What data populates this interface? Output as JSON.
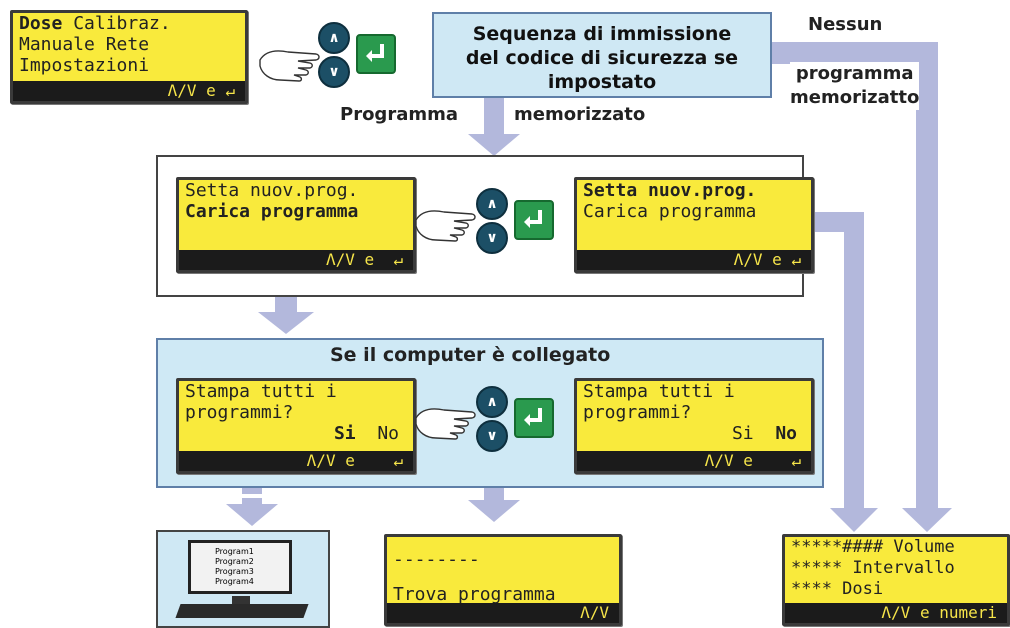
{
  "main_menu": {
    "line1_bold": "Dose",
    "line1_rest": " Calibraz.",
    "line2": "Manuale Rete",
    "line3": "Impostazioni",
    "footer": "Λ/V e ↵"
  },
  "security_box": {
    "text_lines": [
      "Sequenza di immissione",
      "del codice di sicurezza se",
      "impostato"
    ]
  },
  "labels": {
    "nessun": "Nessun",
    "programma_memorizatto": "programma\nmemorizatto",
    "programma": "Programma",
    "memorizzato": "memorizzato",
    "computer": "Se il computer è collegato"
  },
  "screen_carica": {
    "line1": "Setta nuov.prog.",
    "line2_bold": "Carica programma",
    "footer": "Λ/V e  ↵"
  },
  "screen_setta": {
    "line1_bold": "Setta nuov.prog.",
    "line2": "Carica programma",
    "footer": "Λ/V e ↵"
  },
  "screen_stampa_si": {
    "line1": "Stampa tutti i",
    "line2": "programmi?",
    "si": "Si",
    "no": "No",
    "footer": "Λ/V e    ↵"
  },
  "screen_stampa_no": {
    "line1": "Stampa tutti i",
    "line2": "programmi?",
    "si": "Si",
    "no": "No",
    "footer": "Λ/V e    ↵"
  },
  "monitor": {
    "items": [
      "Program1",
      "Program2",
      "Program3",
      "Program4"
    ]
  },
  "screen_trova": {
    "line1": "--------",
    "line2": "Trova programma",
    "footer": "Λ/V"
  },
  "screen_volume": {
    "line1": "*****#### Volume",
    "line2": "***** Intervallo",
    "line3": "**** Dosi",
    "footer": "Λ/V e numeri"
  },
  "colors": {
    "lcd": "#f9ea3c",
    "pipe": "#b3b8dc",
    "panel_blue": "#cfe9f5",
    "nav": "#1c4f66",
    "enter": "#2a9a4e"
  }
}
